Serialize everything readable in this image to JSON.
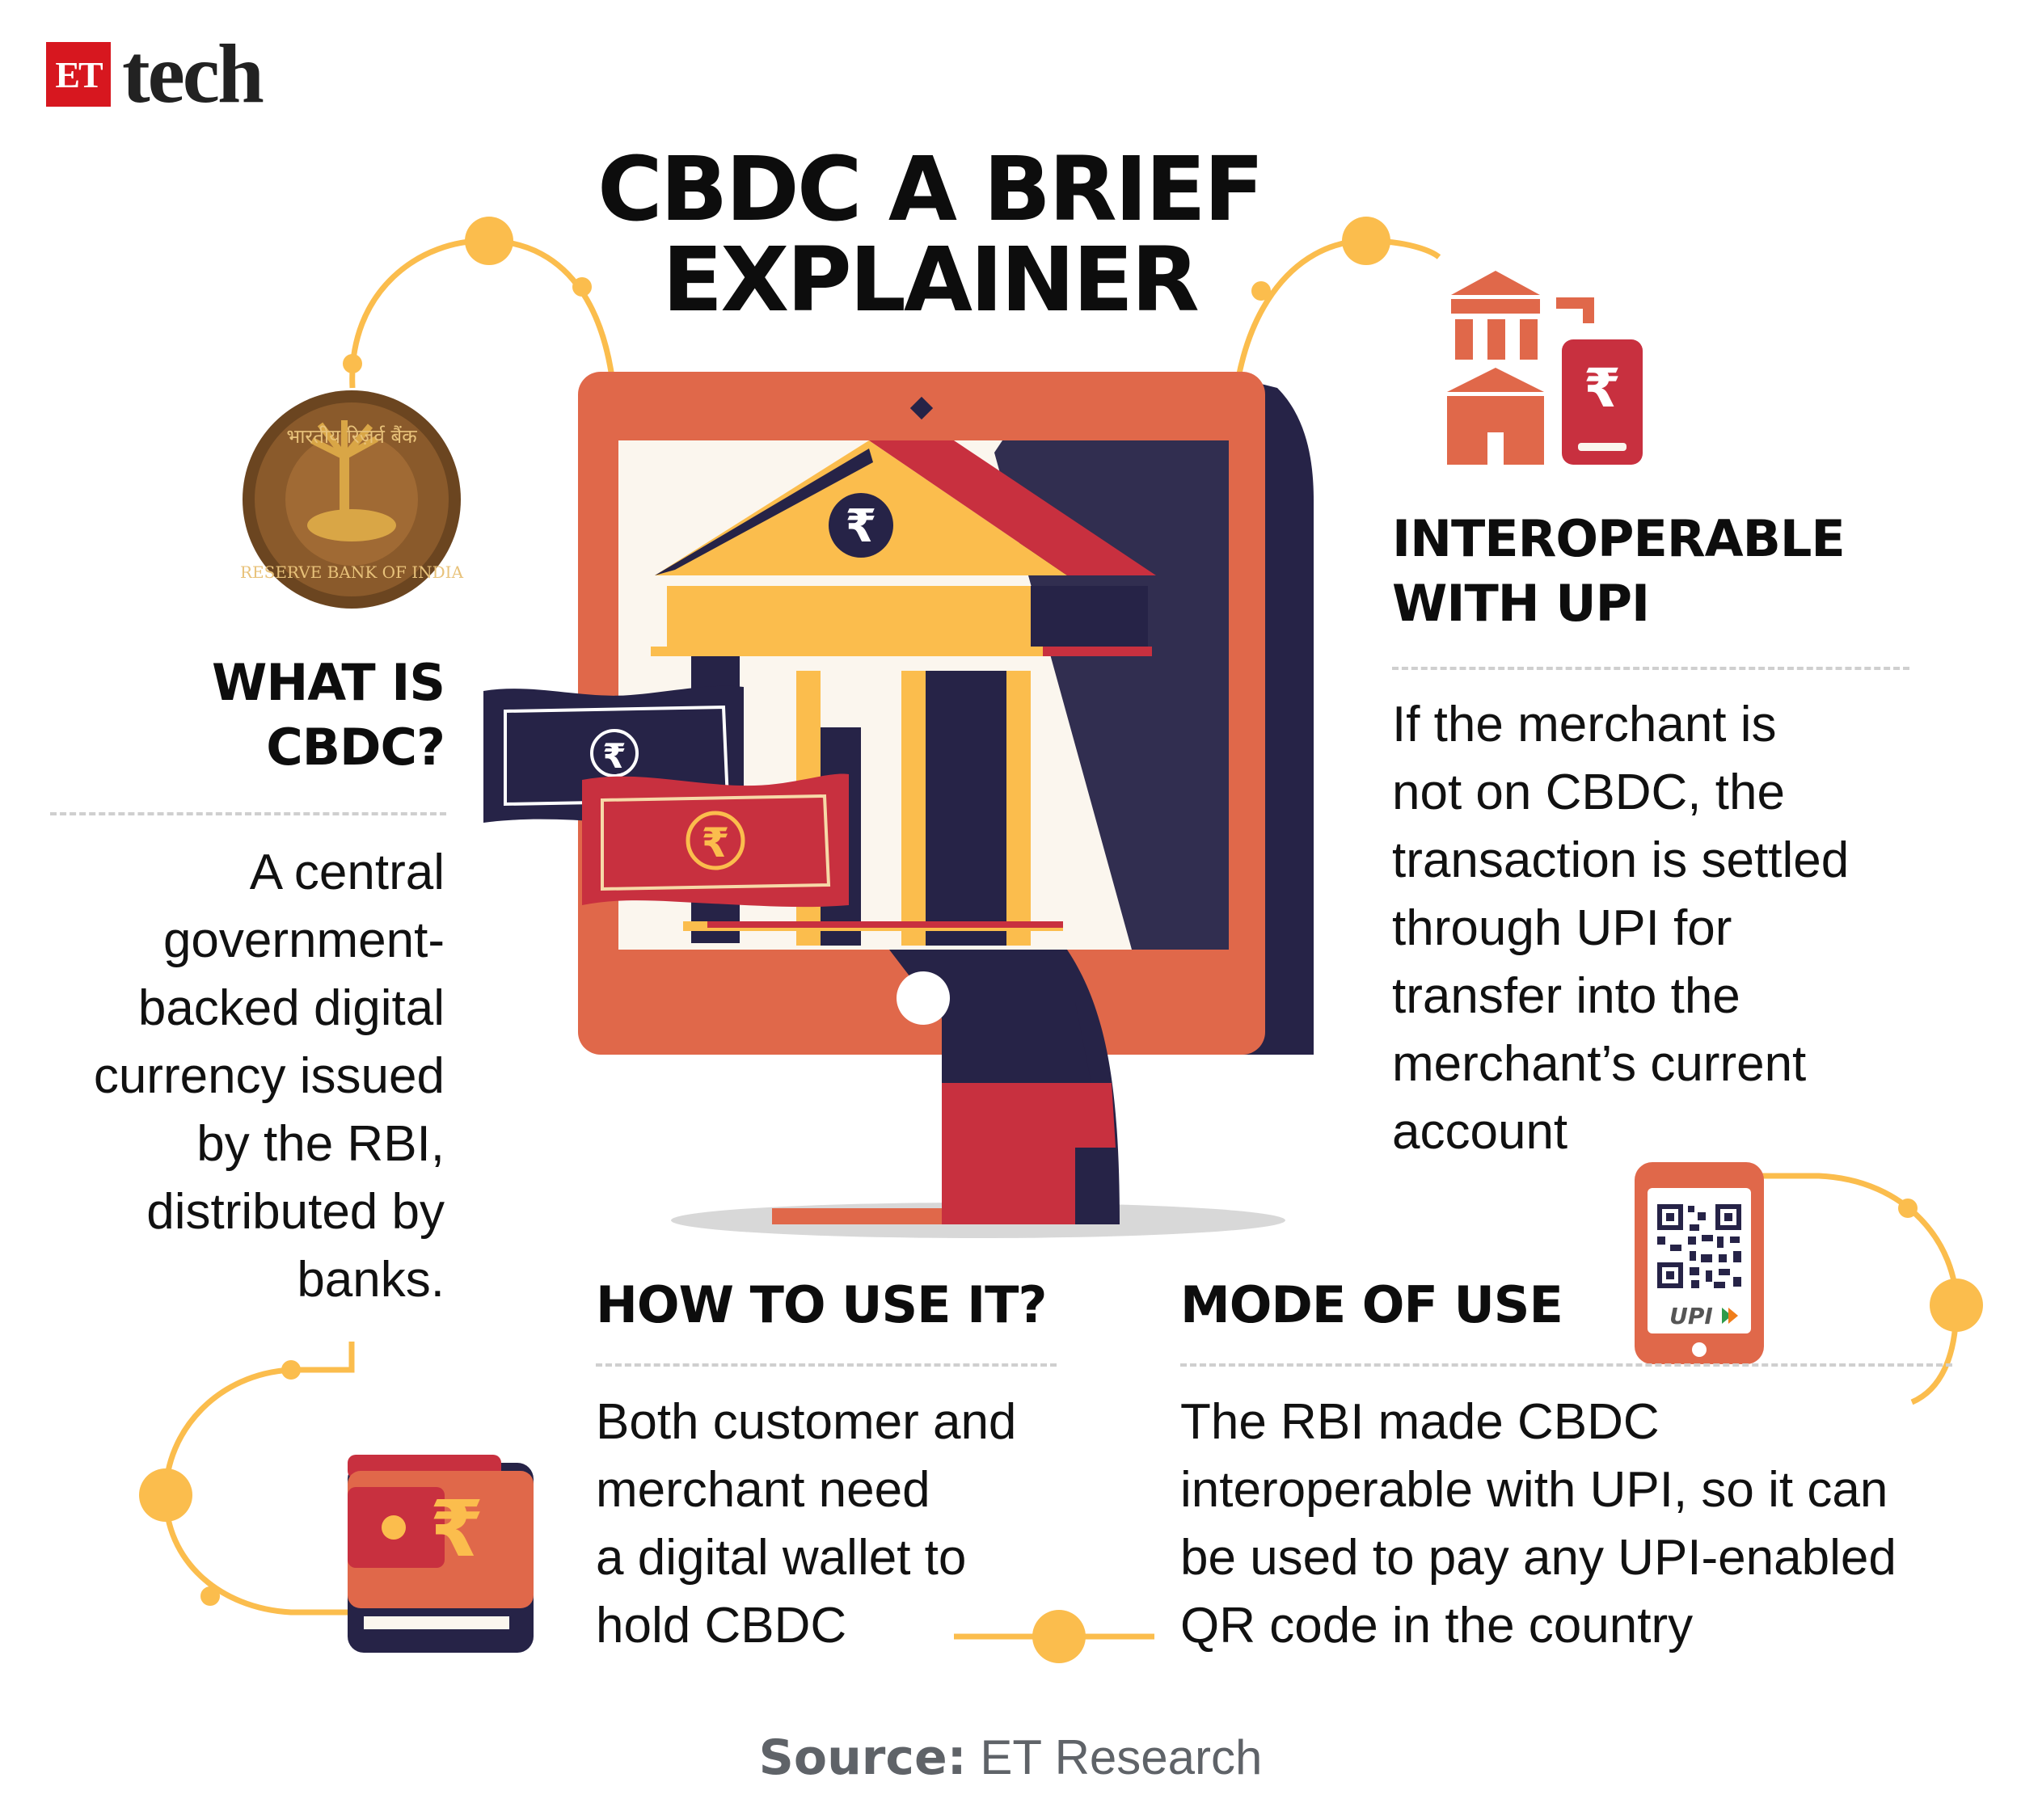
{
  "brand": {
    "badge": "ET",
    "word": "tech"
  },
  "title": {
    "line1": "CBDC A BRIEF",
    "line2": "EXPLAINER"
  },
  "sections": {
    "what_is": {
      "heading_line1": "WHAT IS",
      "heading_line2": "CBDC?",
      "body": [
        "A central",
        "government-",
        "backed digital",
        "currency issued",
        "by the RBI,",
        "distributed by",
        "banks."
      ]
    },
    "interoperable": {
      "heading_line1": "INTEROPERABLE",
      "heading_line2": "WITH UPI",
      "body": [
        "If the merchant is",
        "not on CBDC, the",
        "transaction is settled",
        "through UPI for",
        "transfer into the",
        "merchant’s current",
        "account"
      ]
    },
    "how_to_use": {
      "heading": "HOW TO USE IT?",
      "body": [
        "Both customer and",
        "merchant need",
        "a digital wallet to",
        "hold CBDC"
      ]
    },
    "mode_of_use": {
      "heading": "MODE OF USE",
      "body": [
        "The RBI made CBDC",
        "interoperable with UPI, so it can",
        "be used to pay any UPI-enabled",
        "QR code in the country"
      ]
    }
  },
  "seal": {
    "text_top": "भारतीय रिज़र्व बैंक",
    "text_bottom": "RESERVE BANK OF INDIA"
  },
  "upi_label": "UPI",
  "currency_symbol": "₹",
  "source": {
    "label": "Source:",
    "value": "ET Research"
  },
  "colors": {
    "orange": "#e0684a",
    "red": "#c8303f",
    "navy": "#262347",
    "yellow": "#fbbd4d",
    "cream": "#fbf6ee"
  }
}
